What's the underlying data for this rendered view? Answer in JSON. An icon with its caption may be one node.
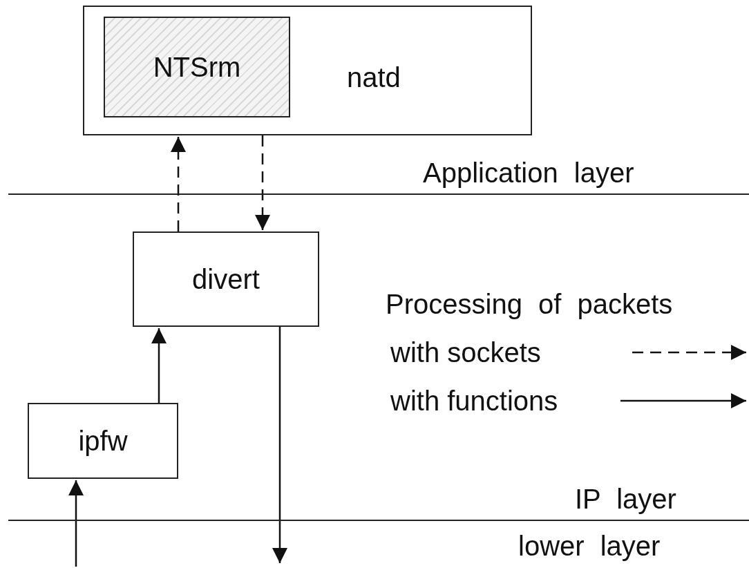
{
  "diagram": {
    "nodes": [
      {
        "text": [
          "natd"
        ]
      },
      {
        "text": [
          "NTSrm"
        ],
        "in": 0
      },
      {
        "text": [
          "divert"
        ]
      },
      {
        "text": [
          "ipfw"
        ]
      }
    ],
    "edges": [
      {
        "from": 2,
        "to": 0,
        "arrow": "to",
        "style": "dashed"
      },
      {
        "from": 0,
        "to": 2,
        "arrow": "to",
        "style": "dashed"
      },
      {
        "from": 3,
        "to": 2,
        "arrow": "to"
      },
      {
        "from": null,
        "to": 3,
        "arrow": "to"
      },
      {
        "from": 2,
        "to": null,
        "arrow": "to"
      }
    ],
    "labels": [
      "Application layer",
      "Processing of packets",
      "IP layer",
      "lower layer"
    ],
    "legend": [
      {
        "text": "with sockets"
      },
      {
        "text": "with functions"
      }
    ]
  }
}
